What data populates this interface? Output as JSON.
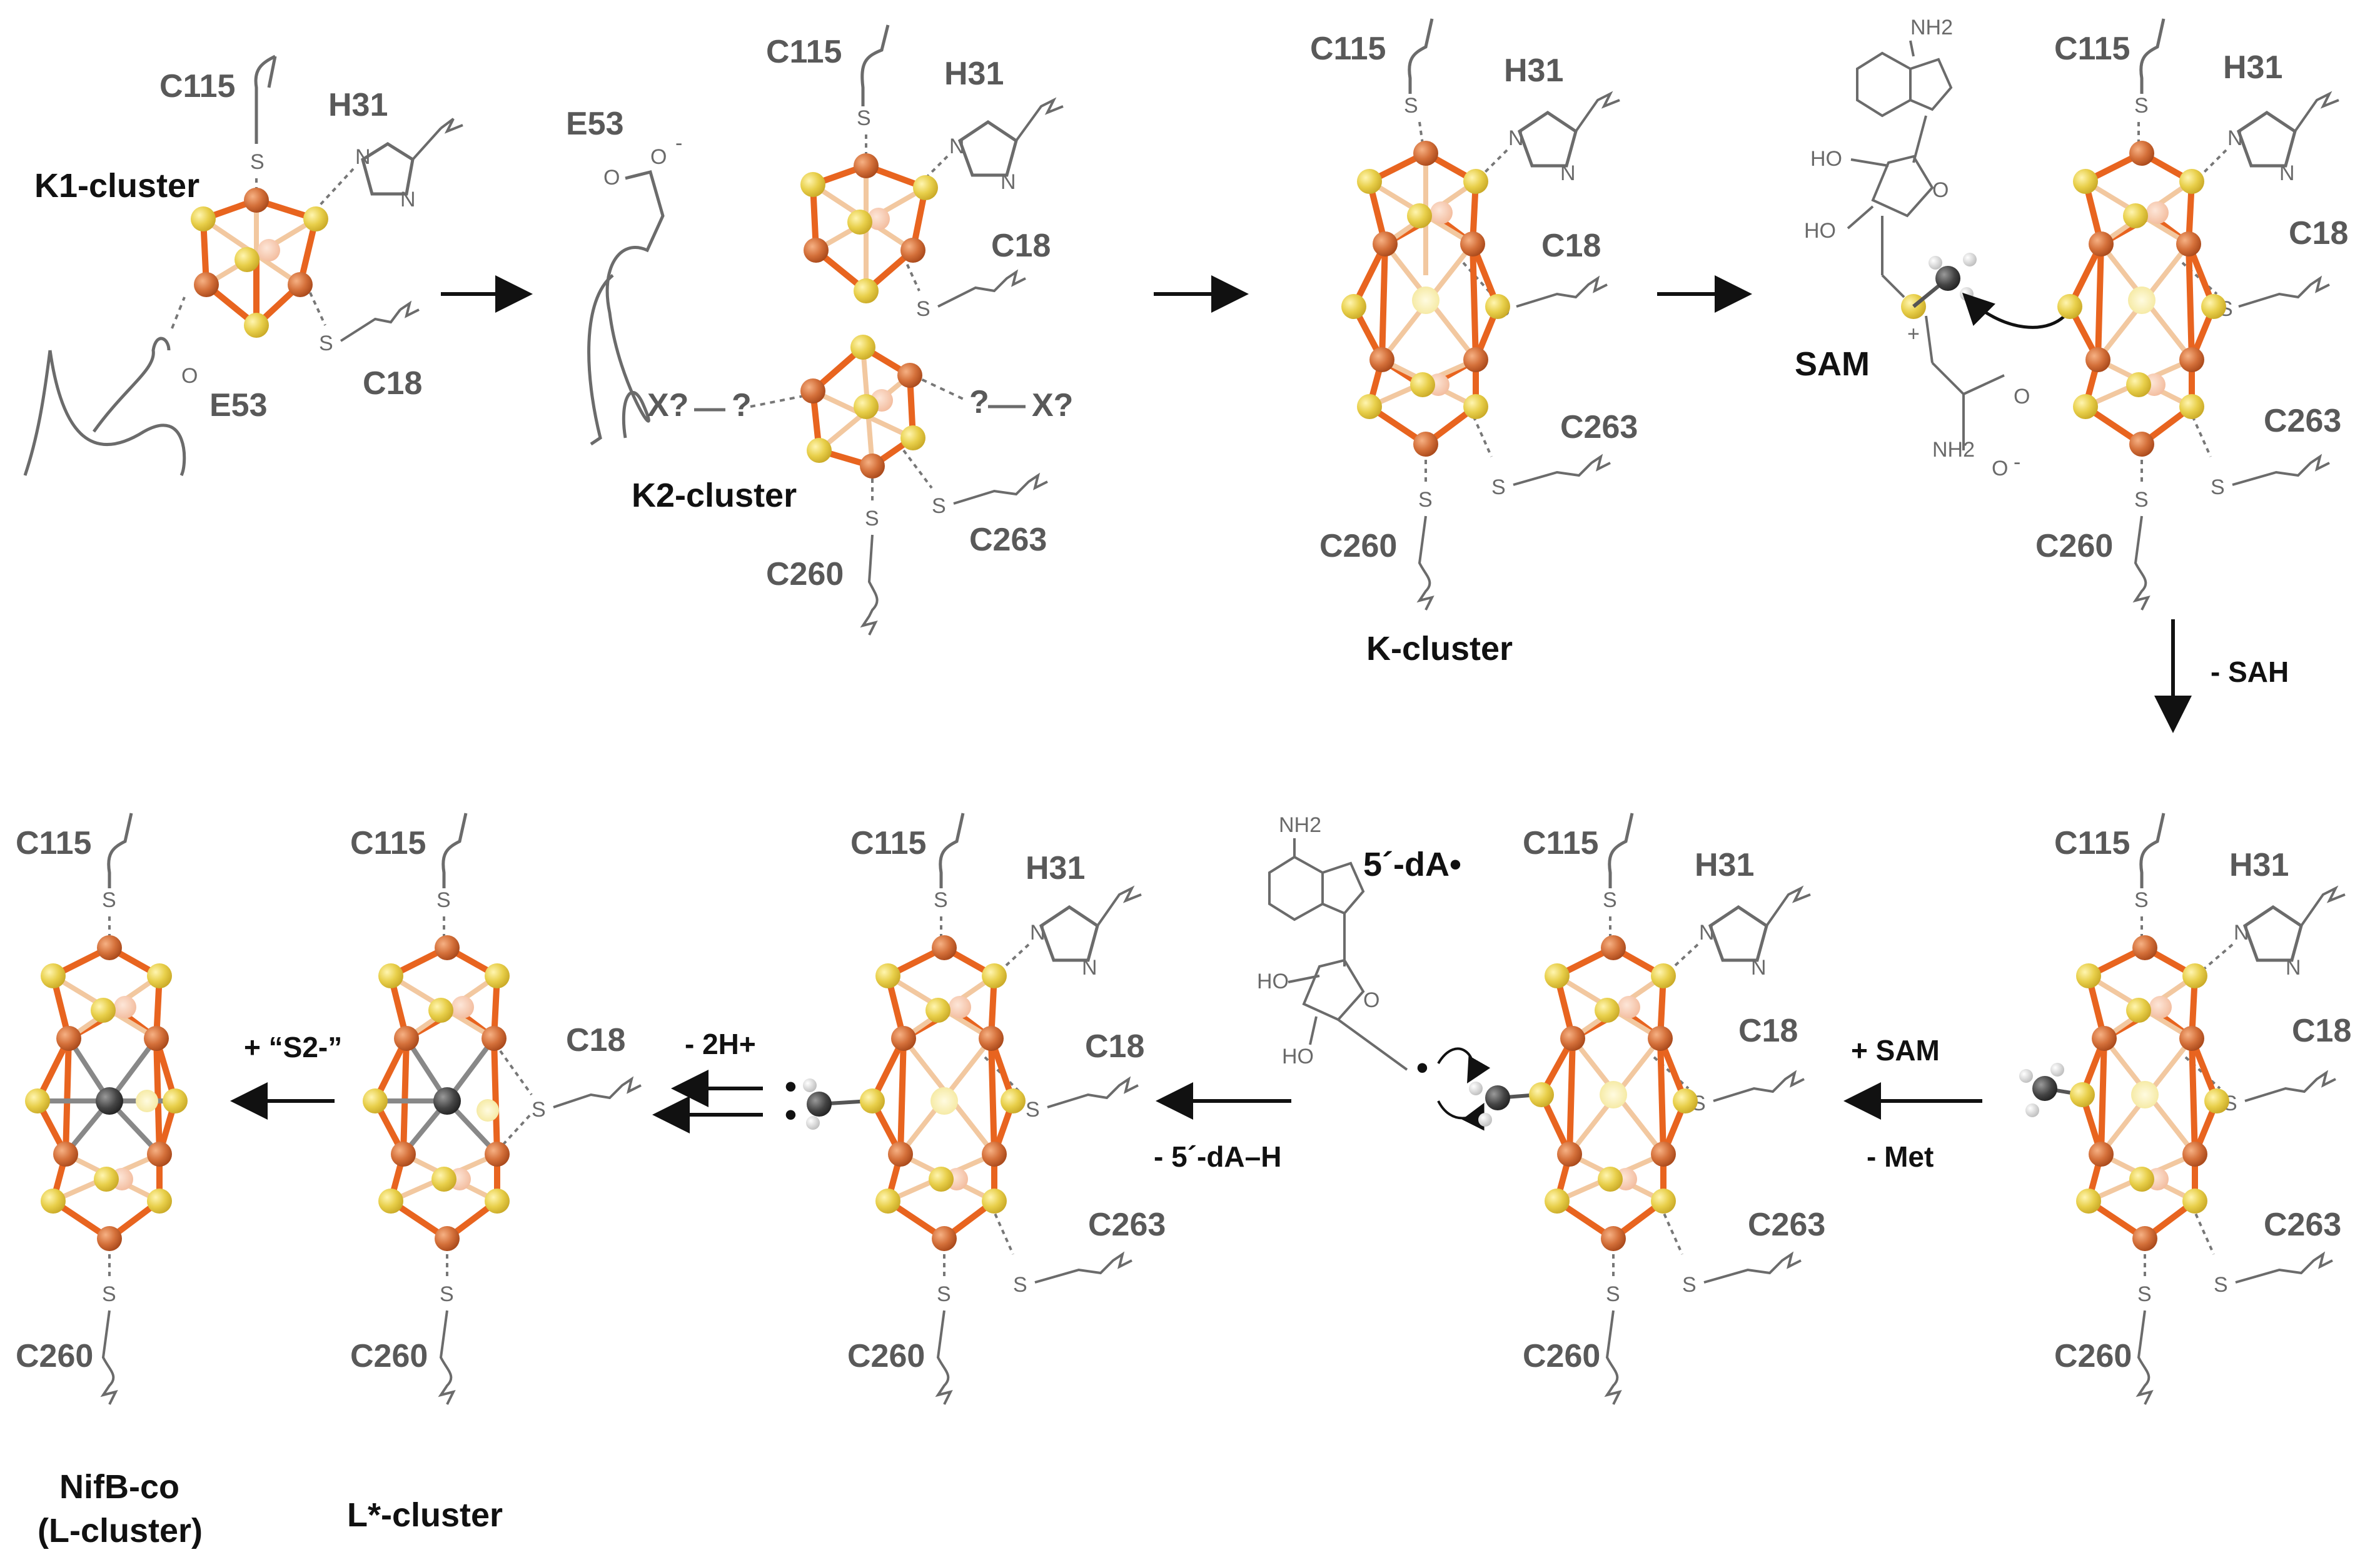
{
  "colors": {
    "iron": "#d4703a",
    "iron_dark": "#b04f1e",
    "sulfur": "#e8cf4a",
    "sulfur_dark": "#c9a926",
    "bond_fe_s": "#e8641f",
    "bond_inner": "#f2c8a0",
    "carbon": "#444444",
    "hydrogen": "#e6e6e6",
    "protein_line": "#6b6b6b",
    "arrow": "#111111"
  },
  "labels": {
    "k1_cluster": "K1-cluster",
    "k2_cluster": "K2-cluster",
    "k_cluster": "K-cluster",
    "l_star_cluster": "L*-cluster",
    "nifb_co": "NifB-co",
    "l_cluster_paren": "(L-cluster)",
    "sam": "SAM",
    "dA_radical": "5´-dA•"
  },
  "residues": {
    "c115": "C115",
    "h31": "H31",
    "c18": "C18",
    "e53": "E53",
    "c260": "C260",
    "c263": "C263",
    "x": "X?",
    "q": "?"
  },
  "chem": {
    "nh2": "NH2",
    "ho": "HO",
    "o": "O",
    "n": "N",
    "s": "S",
    "minus": "-",
    "plus": "+",
    "radical_dot": "•",
    "o_minus": "O"
  },
  "steps": {
    "minus_sah": "- SAH",
    "plus_sam": "+ SAM",
    "minus_met": "- Met",
    "minus_dah": "- 5´-dA–H",
    "minus_2h": "- 2H+",
    "plus_s": "+ “S2-”"
  }
}
